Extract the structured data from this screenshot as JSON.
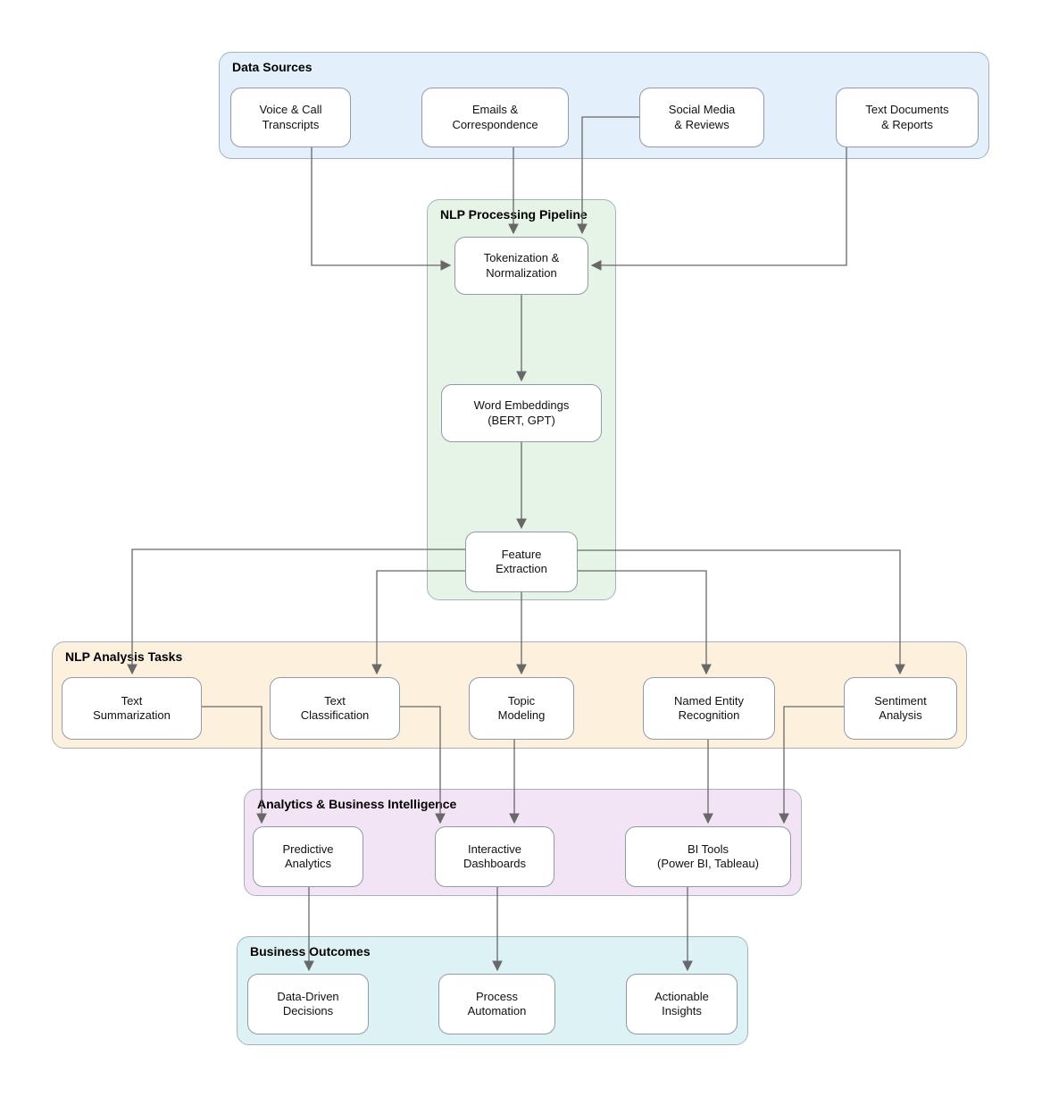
{
  "diagram": {
    "containers": [
      {
        "id": "data-sources",
        "title": "Data Sources",
        "fill": "#e3effb"
      },
      {
        "id": "nlp-processing-pipeline",
        "title": "NLP Processing Pipeline",
        "fill": "#e6f3e7"
      },
      {
        "id": "nlp-analysis-tasks",
        "title": "NLP Analysis Tasks",
        "fill": "#fdf0dd"
      },
      {
        "id": "analytics-business-intelligence",
        "title": "Analytics & Business Intelligence",
        "fill": "#f2e3f5"
      },
      {
        "id": "business-outcomes",
        "title": "Business Outcomes",
        "fill": "#dcf2f4"
      }
    ],
    "nodes": [
      {
        "id": "voice-call-transcripts",
        "label": "Voice & Call\nTranscripts",
        "container": "data-sources"
      },
      {
        "id": "emails-correspondence",
        "label": "Emails &\nCorrespondence",
        "container": "data-sources"
      },
      {
        "id": "social-media-reviews",
        "label": "Social Media\n& Reviews",
        "container": "data-sources"
      },
      {
        "id": "text-documents-reports",
        "label": "Text Documents\n& Reports",
        "container": "data-sources"
      },
      {
        "id": "tokenization-normalization",
        "label": "Tokenization &\nNormalization",
        "container": "nlp-processing-pipeline"
      },
      {
        "id": "word-embeddings",
        "label": "Word Embeddings\n(BERT, GPT)",
        "container": "nlp-processing-pipeline"
      },
      {
        "id": "feature-extraction",
        "label": "Feature\nExtraction",
        "container": "nlp-processing-pipeline"
      },
      {
        "id": "text-summarization",
        "label": "Text\nSummarization",
        "container": "nlp-analysis-tasks"
      },
      {
        "id": "text-classification",
        "label": "Text\nClassification",
        "container": "nlp-analysis-tasks"
      },
      {
        "id": "topic-modeling",
        "label": "Topic\nModeling",
        "container": "nlp-analysis-tasks"
      },
      {
        "id": "named-entity-recognition",
        "label": "Named Entity\nRecognition",
        "container": "nlp-analysis-tasks"
      },
      {
        "id": "sentiment-analysis",
        "label": "Sentiment\nAnalysis",
        "container": "nlp-analysis-tasks"
      },
      {
        "id": "predictive-analytics",
        "label": "Predictive\nAnalytics",
        "container": "analytics-business-intelligence"
      },
      {
        "id": "interactive-dashboards",
        "label": "Interactive\nDashboards",
        "container": "analytics-business-intelligence"
      },
      {
        "id": "bi-tools",
        "label": "BI Tools\n(Power BI, Tableau)",
        "container": "analytics-business-intelligence"
      },
      {
        "id": "data-driven-decisions",
        "label": "Data-Driven\nDecisions",
        "container": "business-outcomes"
      },
      {
        "id": "process-automation",
        "label": "Process\nAutomation",
        "container": "business-outcomes"
      },
      {
        "id": "actionable-insights",
        "label": "Actionable\nInsights",
        "container": "business-outcomes"
      }
    ],
    "edges": [
      {
        "from": "voice-call-transcripts",
        "to": "tokenization-normalization"
      },
      {
        "from": "emails-correspondence",
        "to": "tokenization-normalization"
      },
      {
        "from": "social-media-reviews",
        "to": "tokenization-normalization"
      },
      {
        "from": "text-documents-reports",
        "to": "tokenization-normalization"
      },
      {
        "from": "tokenization-normalization",
        "to": "word-embeddings"
      },
      {
        "from": "word-embeddings",
        "to": "feature-extraction"
      },
      {
        "from": "feature-extraction",
        "to": "text-summarization"
      },
      {
        "from": "feature-extraction",
        "to": "text-classification"
      },
      {
        "from": "feature-extraction",
        "to": "topic-modeling"
      },
      {
        "from": "feature-extraction",
        "to": "named-entity-recognition"
      },
      {
        "from": "feature-extraction",
        "to": "sentiment-analysis"
      },
      {
        "from": "text-summarization",
        "to": "predictive-analytics"
      },
      {
        "from": "text-classification",
        "to": "interactive-dashboards"
      },
      {
        "from": "topic-modeling",
        "to": "interactive-dashboards"
      },
      {
        "from": "named-entity-recognition",
        "to": "bi-tools"
      },
      {
        "from": "sentiment-analysis",
        "to": "bi-tools"
      },
      {
        "from": "predictive-analytics",
        "to": "data-driven-decisions"
      },
      {
        "from": "interactive-dashboards",
        "to": "process-automation"
      },
      {
        "from": "bi-tools",
        "to": "actionable-insights"
      }
    ],
    "colors": {
      "node_fill": "#ffffff",
      "node_border": "#8e9ca8",
      "container_border": "#a2b5bf",
      "edge": "#686868",
      "text": "#111111",
      "title_text": "#000000"
    }
  }
}
